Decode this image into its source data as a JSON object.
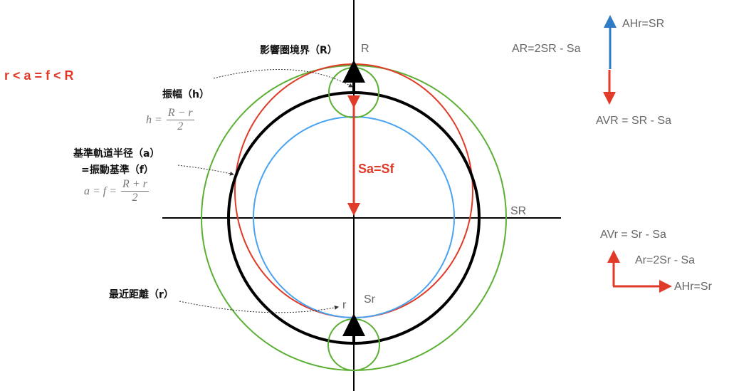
{
  "condition": "r < a = f < R",
  "labels": {
    "boundary": "影響圏境界（R）",
    "amplitude": "振幅（h）",
    "amplitude_formula": {
      "lhs": "h =",
      "num": "R − r",
      "den": "2"
    },
    "base_radius": "基準軌道半径（a）",
    "vibration_base": "=振動基準（f）",
    "base_formula": {
      "lhs": "a = f =",
      "num": "R + r",
      "den": "2"
    },
    "nearest": "最近距離（r）",
    "R": "R",
    "SR": "SR",
    "r": "r",
    "Sr": "Sr",
    "sa_sf": "Sa=Sf"
  },
  "apoapsis": {
    "AHr": "AHr=SR",
    "AR": "AR=2SR - Sa",
    "AVR": "AVR = SR - Sa"
  },
  "periapsis": {
    "AVr": "AVr = Sr - Sa",
    "Ar": "Ar=2Sr - Sa",
    "AHr": "AHr=Sr"
  },
  "colors": {
    "red": "#e03a28",
    "green": "#5bb034",
    "blue": "#4aa3f0",
    "arrow_blue": "#2f7bc4",
    "black": "#000000"
  }
}
